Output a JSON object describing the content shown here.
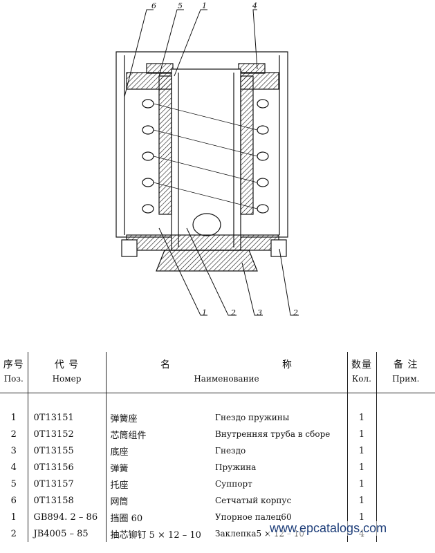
{
  "drawing": {
    "callouts_top": [
      "6",
      "5",
      "1",
      "4"
    ],
    "callouts_bottom": [
      "1",
      "2",
      "3",
      "2"
    ]
  },
  "table": {
    "headers": {
      "pos_cn": "序号",
      "pos_ru": "Поз.",
      "code_cn": "代 号",
      "code_ru": "Номер",
      "name_cn_left": "名",
      "name_cn_right": "称",
      "name_ru": "Наименование",
      "qty_cn": "数量",
      "qty_ru": "Кол.",
      "note_cn": "备 注",
      "note_ru": "Прим."
    },
    "rows": [
      {
        "pos": "1",
        "code": "0T13151",
        "cn": "弹簧座",
        "ru": "Гнездо пружины",
        "qty": "1"
      },
      {
        "pos": "2",
        "code": "0T13152",
        "cn": "芯筒组件",
        "ru": "Внутренняя труба в сборе",
        "qty": "1"
      },
      {
        "pos": "3",
        "code": "0T13155",
        "cn": "底座",
        "ru": "Гнездо",
        "qty": "1"
      },
      {
        "pos": "4",
        "code": "0T13156",
        "cn": "弹簧",
        "ru": "Пружина",
        "qty": "1"
      },
      {
        "pos": "5",
        "code": "0T13157",
        "cn": "托座",
        "ru": "Суппорт",
        "qty": "1"
      },
      {
        "pos": "6",
        "code": "0T13158",
        "cn": "网筒",
        "ru": "Сетчатый корпус",
        "qty": "1"
      },
      {
        "pos": "1",
        "code": "GB894. 2 – 86",
        "cn": "挡圈 60",
        "ru": "Упорное палец60",
        "qty": "1"
      },
      {
        "pos": "2",
        "code": "JB4005 – 85",
        "cn": "抽芯铆钉 5 × 12 – 10",
        "ru": "Заклепка5 × 12 – 10",
        "qty": "4"
      }
    ]
  },
  "watermark": "www.epcatalogs.com"
}
